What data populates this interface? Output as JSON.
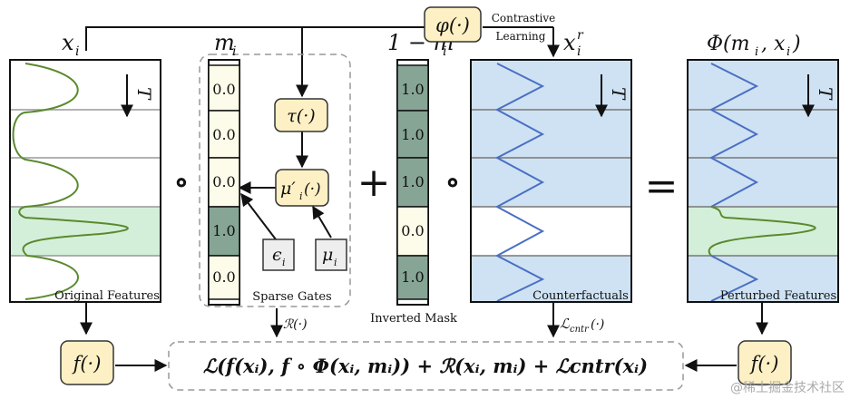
{
  "diagram": {
    "phi_box": "φ(·)",
    "contrastive_label_1": "Contrastive",
    "contrastive_label_2": "Learning",
    "xi_label": "x",
    "xi_sub": "i",
    "mi_label": "m",
    "mi_sub": "i",
    "inv_mask_label": "1 − m",
    "inv_mask_sub": "i",
    "xr_label": "x",
    "xr_sub": "i",
    "xr_sup": "r",
    "phi_out_label": "Φ(m",
    "phi_out_sub": "i",
    "phi_out_tail": ", x",
    "phi_out_sub2": "i",
    "phi_out_close": ")",
    "time_label": "T",
    "tau_box": "τ(·)",
    "mu_prime_box": "μ′",
    "mu_prime_sub": "i",
    "mu_prime_tail": "(·)",
    "eps_box": "ϵ",
    "eps_sub": "i",
    "mu_box": "μ",
    "mu_sub": "i",
    "gate_values": [
      "0.0",
      "0.0",
      "0.0",
      "1.0",
      "0.0"
    ],
    "inv_values": [
      "1.0",
      "1.0",
      "1.0",
      "0.0",
      "1.0"
    ],
    "op_circle_1": "∘",
    "op_plus": "+",
    "op_circle_2": "∘",
    "op_equals": "=",
    "original_features": "Original Features",
    "sparse_gates": "Sparse Gates",
    "inverted_mask": "Inverted Mask",
    "counterfactuals": "Counterfactuals",
    "perturbed_features": "Perturbed Features",
    "reg_label": "ℛ(·)",
    "cntr_label": "ℒ",
    "cntr_sub": "cntr",
    "cntr_tail": "(·)",
    "f_left": "f(·)",
    "f_right": "f(·)",
    "loss_formula": "ℒ(f(xᵢ), f ∘ Φ(xᵢ, mᵢ)) + ℛ(xᵢ, mᵢ) + ℒcntr(xᵢ)",
    "watermark": "@稀土掘金技术社区"
  },
  "colors": {
    "box_fill": "#fdf0c4",
    "box_stroke": "#333333",
    "green_wave": "#5a8a2e",
    "blue_wave": "#4a6fc4",
    "blue_fill": "#cfe2f3",
    "green_band": "#d4efd9",
    "gate_dark": "#86a595",
    "gate_light": "#fdfbe9",
    "inv_dark": "#86a595"
  }
}
